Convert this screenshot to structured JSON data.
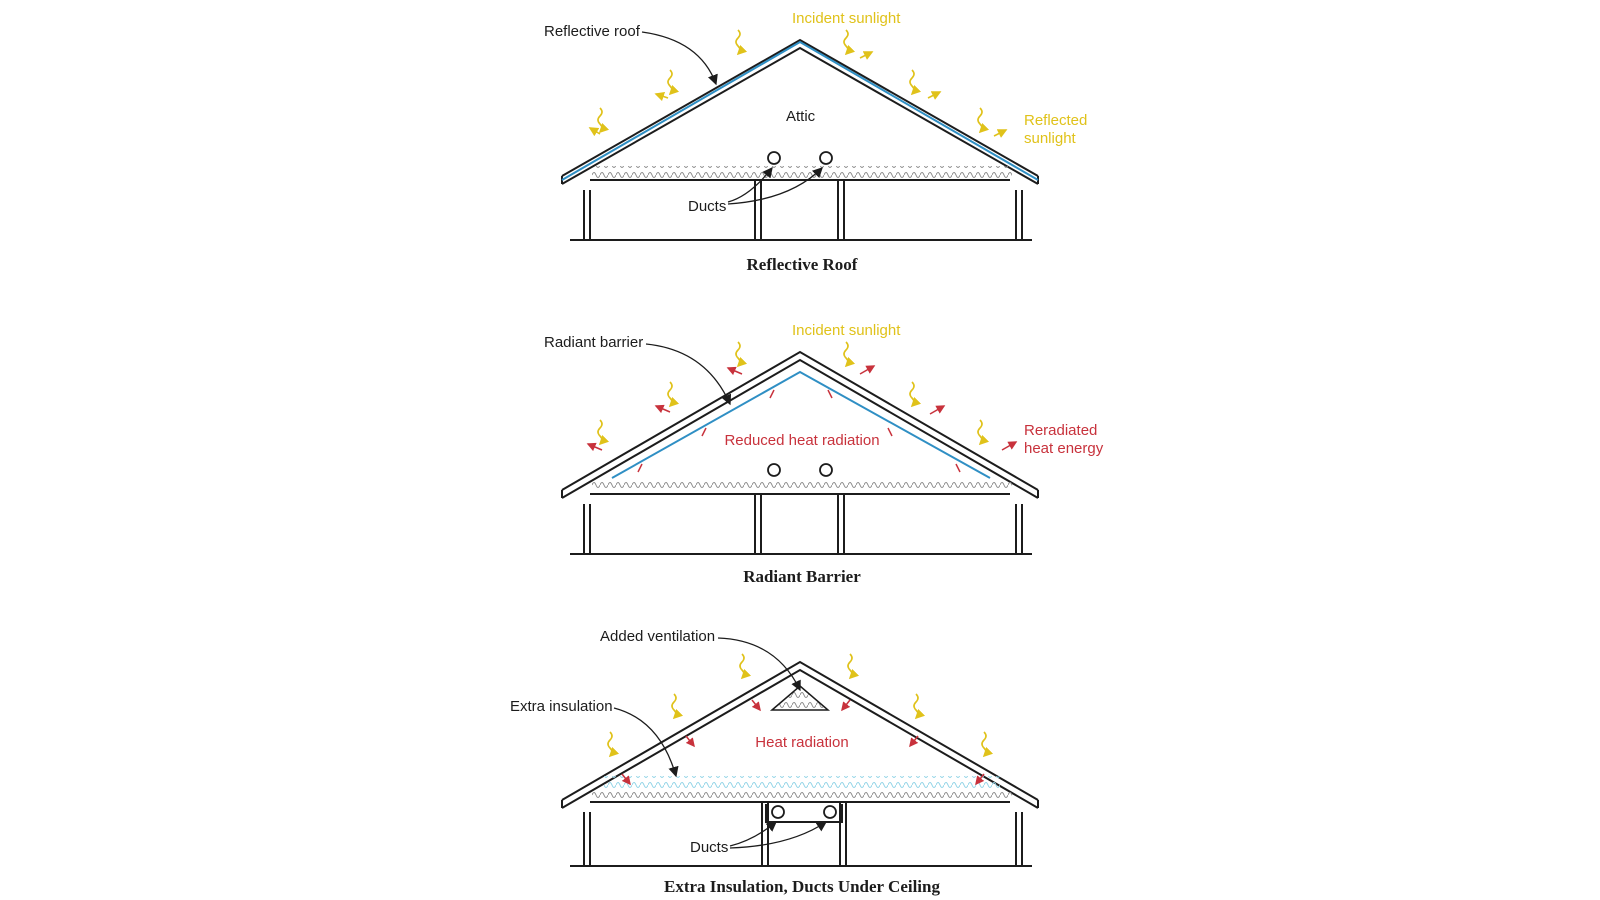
{
  "colors": {
    "line": "#1c1c1c",
    "sun": "#e0c21a",
    "heat": "#c8323c",
    "barrier": "#2f8fc4",
    "insulation_extra": "#8fd3e6",
    "insulation": "#8a8a8a"
  },
  "panels": [
    {
      "caption": "Reflective Roof",
      "labels": {
        "roof": "Reflective roof",
        "attic": "Attic",
        "ducts": "Ducts",
        "incident": "Incident sunlight",
        "reflected_1": "Reflected",
        "reflected_2": "sunlight"
      }
    },
    {
      "caption": "Radiant Barrier",
      "labels": {
        "barrier": "Radiant barrier",
        "incident": "Incident sunlight",
        "reduced": "Reduced heat radiation",
        "reradiated_1": "Reradiated",
        "reradiated_2": "heat energy"
      }
    },
    {
      "caption": "Extra Insulation, Ducts Under Ceiling",
      "labels": {
        "ventilation": "Added ventilation",
        "insulation": "Extra insulation",
        "heat": "Heat radiation",
        "ducts": "Ducts"
      }
    }
  ]
}
